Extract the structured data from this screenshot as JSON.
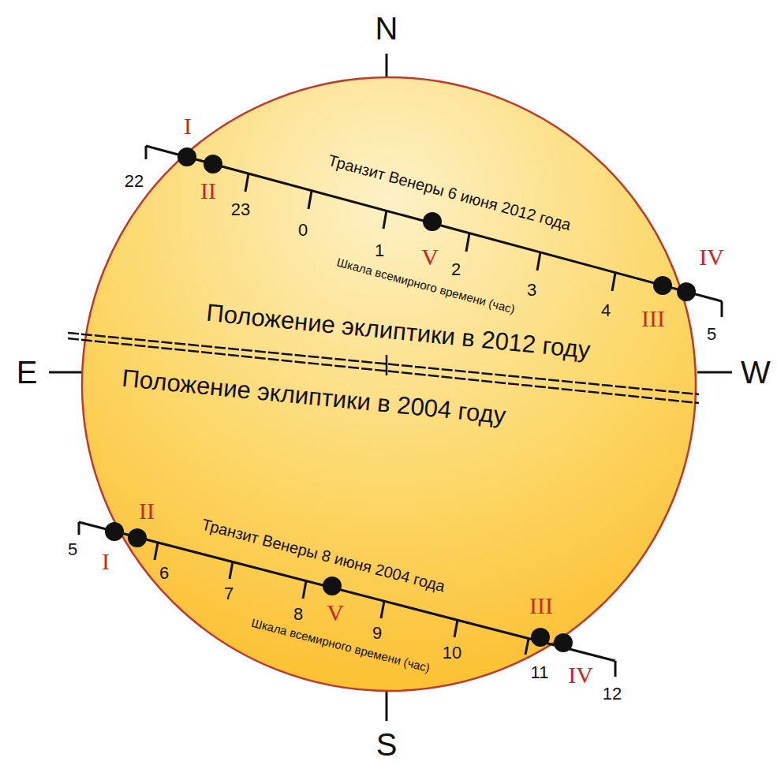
{
  "diagram": {
    "labels": [
      "N",
      "E",
      "W",
      "S",
      "Транзит Венеры 6 июня 2012 года",
      "Шкала всемирного времени (час)",
      "22",
      "23",
      "0",
      "1",
      "2",
      "3",
      "4",
      "5",
      "I",
      "II",
      "V",
      "III",
      "IV",
      "Положение эклиптики в 2012 году",
      "Положение эклиптики в 2004 году",
      "Транзит Венеры 8 июня 2004 года",
      "Шкала всемирного времени (час)",
      "5",
      "6",
      "7",
      "8",
      "9",
      "10",
      "11",
      "12",
      "I",
      "II",
      "V",
      "III",
      "IV"
    ]
  }
}
